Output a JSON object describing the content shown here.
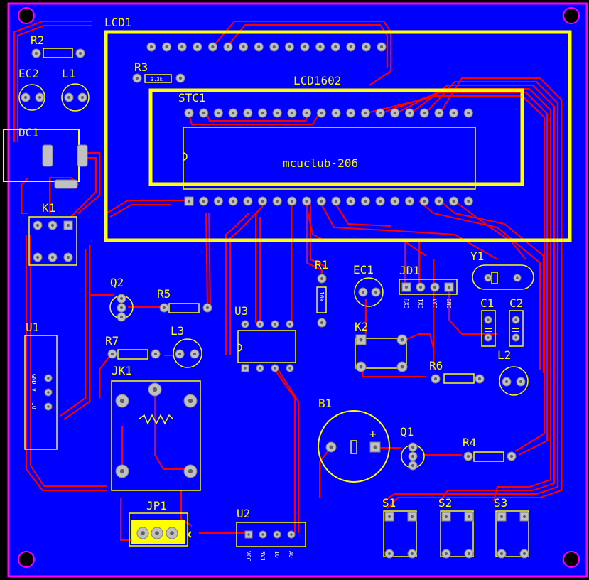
{
  "colors": {
    "board_fill": "#0000ff",
    "board_outline": "#ff00ff",
    "copper": "#ff0000",
    "silkscreen": "#ffff00",
    "pad": "#c0c0c0",
    "silk_text_small": "#ffffff"
  },
  "designators": {
    "lcd1": "LCD1",
    "lcd1602": "LCD1602",
    "stc1": "STC1",
    "mcu_text": "mcuclub-206",
    "r1": "R1",
    "r2": "R2",
    "r3": "R3",
    "r4": "R4",
    "r5": "R5",
    "r6": "R6",
    "r7": "R7",
    "r3_value": "3.3k",
    "r1_value": "10k",
    "ec1": "EC1",
    "ec2": "EC2",
    "l1": "L1",
    "l2": "L2",
    "l3": "L3",
    "dc1": "DC1",
    "k1": "K1",
    "k2": "K2",
    "q1": "Q1",
    "q2": "Q2",
    "u1": "U1",
    "u2": "U2",
    "u3": "U3",
    "jd1": "JD1",
    "y1": "Y1",
    "c1": "C1",
    "c2": "C2",
    "b1": "B1",
    "b1_plus": "+",
    "jk1": "JK1",
    "jp1": "JP1",
    "s1": "S1",
    "s2": "S2",
    "s3": "S3"
  },
  "pin_labels": {
    "jd1": [
      "RXD",
      "TXD",
      "VCC",
      "GND"
    ],
    "u2": [
      "VCC",
      "5V1",
      "IO",
      "AO"
    ],
    "u1": [
      "GND",
      "V",
      "IO"
    ]
  }
}
